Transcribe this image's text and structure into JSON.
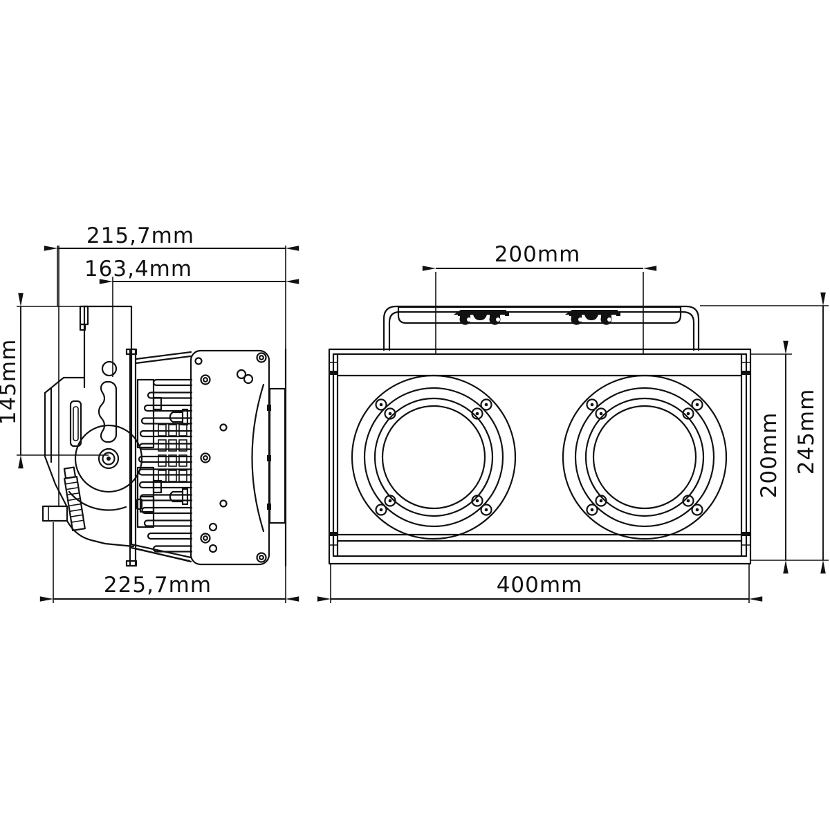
{
  "page": {
    "background": "#ffffff",
    "line_color": "#111111",
    "type": "technical dimensional drawing, 2-lamp stage blinder"
  },
  "side_view": {
    "name": "side view",
    "dims": {
      "total_width": "215,7mm",
      "front_to_yoke": "163,4mm",
      "yoke_height": "145mm",
      "depth": "225,7mm"
    }
  },
  "front_view": {
    "name": "front view",
    "dims": {
      "lamp_spacing": "200mm",
      "body_height": "200mm",
      "total_height": "245mm",
      "width": "400mm"
    }
  }
}
